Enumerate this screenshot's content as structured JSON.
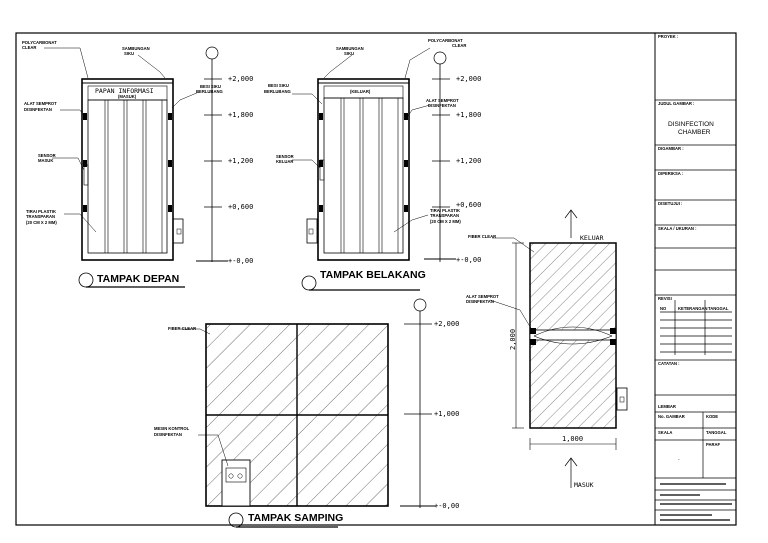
{
  "front_view": {
    "title": "TAMPAK DEPAN",
    "sign_main": "PAPAN  INFORMASI",
    "sign_sub": "(MASUK)",
    "labels": {
      "polycarbonat": [
        "POLYCARBONAT",
        "CLEAR"
      ],
      "sambungan": [
        "SAMBUNGAN",
        "SIKU"
      ],
      "besi_siku": [
        "BESI SIKU",
        "BERLUBANG"
      ],
      "alat_semprot": [
        "ALAT SEMPROT",
        "DISINFEKTAN"
      ],
      "sensor": [
        "SENSOR",
        "MASUK"
      ],
      "tirai": [
        "TIRAI PLASTIK",
        "TRANSPARAN",
        "(20 CM X 2 MM)"
      ]
    }
  },
  "back_view": {
    "title": "TAMPAK BELAKANG",
    "sign_sub": "(KELUAR)",
    "labels": {
      "sambungan": [
        "SAMBUNGAN",
        "SIKU"
      ],
      "polycarbonat": [
        "POLYCARBONAT",
        "CLEAR"
      ],
      "besi_siku": [
        "BESI SIKU",
        "BERLUBANG"
      ],
      "alat_semprot": [
        "ALAT SEMPROT",
        "DISINFEKTAN"
      ],
      "sensor": [
        "SENSOR",
        "KELUAR"
      ],
      "tirai": [
        "TIRAI PLASTIK",
        "TRANSPARAN",
        "(20 CM X 2 MM)"
      ]
    }
  },
  "side_view": {
    "title": "TAMPAK SAMPING",
    "fiber_label": "FIBER CLEAR",
    "mesin_label": [
      "MESIN KONTROL",
      "DISINFEKTAN"
    ]
  },
  "elevations": {
    "front": [
      "+2,000",
      "+1,800",
      "+1,200",
      "+0,600",
      "+-0,00"
    ],
    "back": [
      "+2,000",
      "+1,800",
      "+1,200",
      "+0,600",
      "+-0,00"
    ],
    "side": [
      "+2,000",
      "+1,000",
      "+-0,00"
    ]
  },
  "plan_view": {
    "fiber_label": "FIBER CLEAR",
    "alat_label": [
      "ALAT SEMPROT",
      "DISINFEKTAN"
    ],
    "keluar": "KELUAR",
    "masuk": "MASUK",
    "dim_height": "2,000",
    "dim_width": "1,000"
  },
  "title_block": {
    "sections": [
      "DISINFECTION",
      "CHAMBER"
    ],
    "labels": [
      "PROYEK :",
      "JUDUL GAMBAR :",
      "DIGAMBAR :",
      "DIPERIKSA :",
      "DISETUJUI :",
      "SKALA / UKURAN :",
      "REVISI",
      "NO",
      "KETERANGAN",
      "TANGGAL",
      "CATATAN :",
      "LEMBAR",
      "No. GAMBAR",
      "KODE",
      "SKALA",
      "TANGGAL",
      "PARAF"
    ],
    "dot": "."
  }
}
